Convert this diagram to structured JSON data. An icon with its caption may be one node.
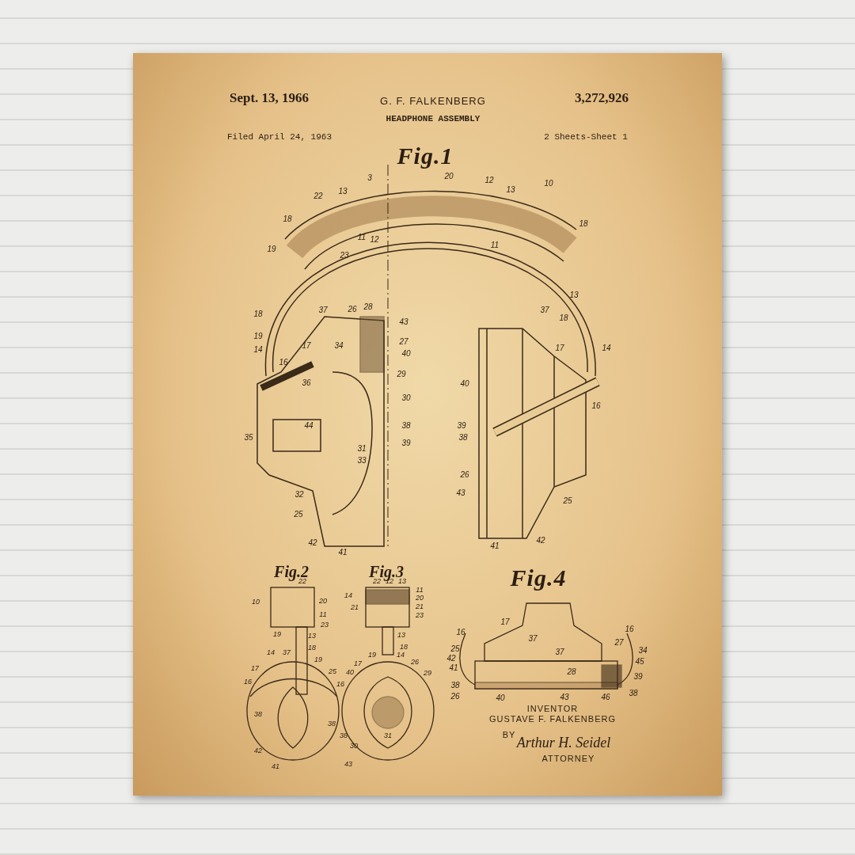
{
  "diagram": {
    "title": "HEADPHONE ASSEMBLY",
    "labels": [
      "Sept. 13, 1966",
      "G. F. FALKENBERG",
      "3,272,926",
      "Filed April 24, 1963",
      "2 Sheets-Sheet 1",
      "Fig.1",
      "3",
      "20",
      "12",
      "10",
      "22",
      "13",
      "13",
      "18",
      "18",
      "11",
      "12",
      "19",
      "11",
      "23",
      "13",
      "18",
      "37",
      "26",
      "28",
      "43",
      "37",
      "18",
      "19",
      "14",
      "17",
      "34",
      "27",
      "40",
      "17",
      "14",
      "16",
      "36",
      "29",
      "40",
      "30",
      "16",
      "44",
      "38",
      "39",
      "35",
      "39",
      "38",
      "31",
      "33",
      "26",
      "32",
      "43",
      "25",
      "25",
      "42",
      "41",
      "41",
      "42",
      "Fig.2",
      "Fig.3",
      "22",
      "10",
      "20",
      "11",
      "23",
      "19",
      "13",
      "18",
      "14",
      "37",
      "19",
      "17",
      "25",
      "16",
      "38",
      "42",
      "41",
      "22",
      "12",
      "13",
      "14",
      "11",
      "20",
      "21",
      "21",
      "23",
      "13",
      "18",
      "19",
      "14",
      "17",
      "26",
      "40",
      "29",
      "16",
      "38",
      "38",
      "31",
      "30",
      "43",
      "Fig.4",
      "17",
      "16",
      "16",
      "37",
      "27",
      "25",
      "37",
      "34",
      "42",
      "45",
      "41",
      "28",
      "39",
      "38",
      "26",
      "40",
      "43",
      "46",
      "38",
      "INVENTOR",
      "GUSTAVE F. FALKENBERG",
      "BY",
      "Arthur H. Seidel",
      "ATTORNEY"
    ]
  }
}
